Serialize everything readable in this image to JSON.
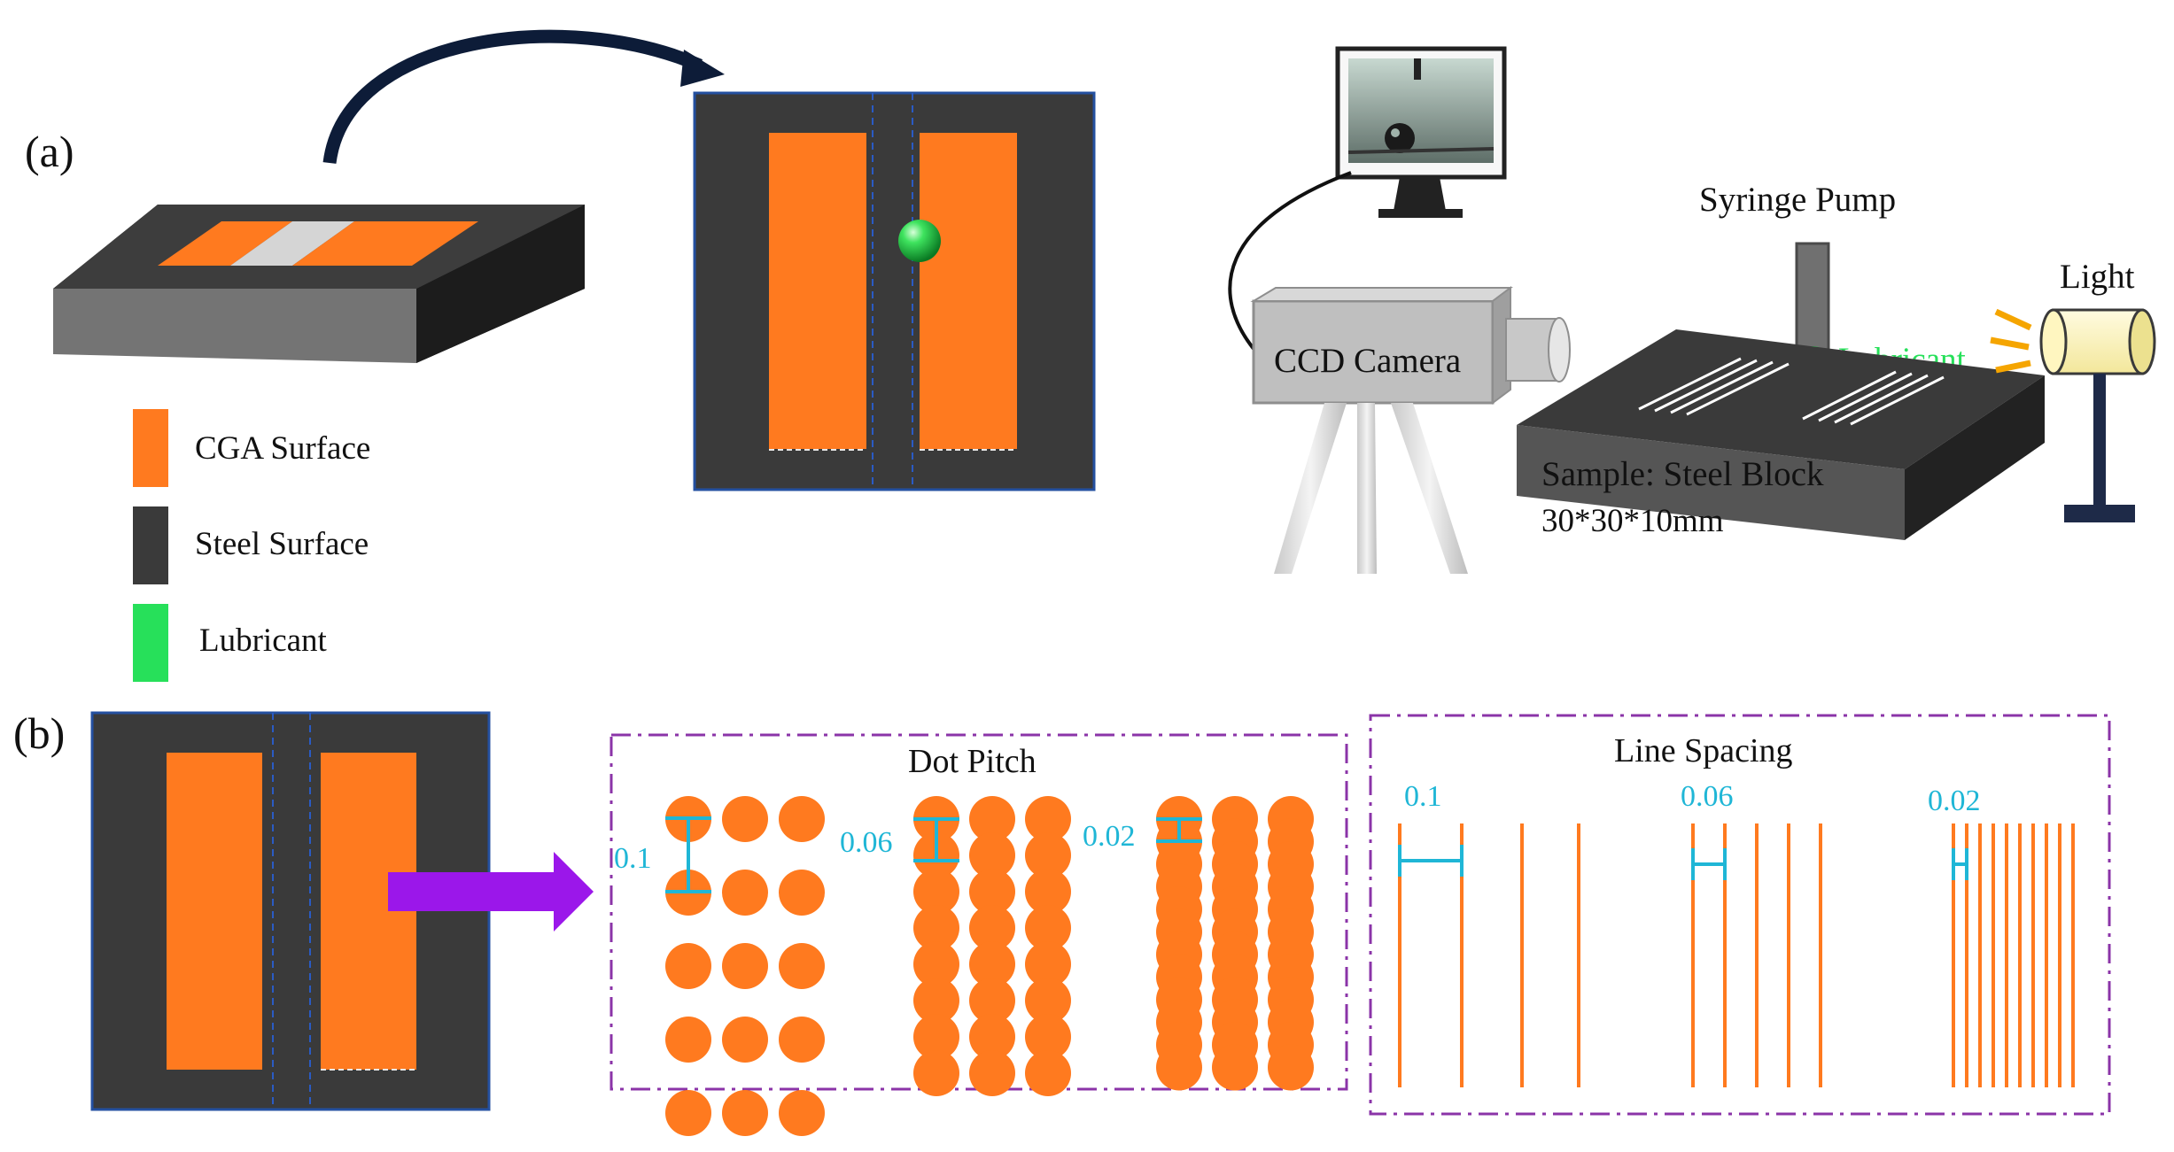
{
  "panel_a": {
    "label": "(a)",
    "legend": [
      {
        "label": "CGA Surface",
        "color": "#ff7a1f"
      },
      {
        "label": "Steel Surface",
        "color": "#3a3a3a"
      },
      {
        "label": "Lubricant",
        "color": "#27e05a"
      }
    ],
    "setup": {
      "camera_label": "CCD Camera",
      "pump_label": "Syringe  Pump",
      "lubricant_label": "Lubricant",
      "light_label": "Light",
      "sample_label": "Sample:  Steel Block",
      "sample_size": "30*30*10mm"
    }
  },
  "panel_b": {
    "label": "(b)",
    "dot_pitch": {
      "title": "Dot Pitch",
      "pitch_labels": [
        "0.1",
        "0.06",
        "0.02"
      ]
    },
    "line_spacing": {
      "title": "Line Spacing",
      "spacing_labels": [
        "0.1",
        "0.06",
        "0.02"
      ]
    }
  },
  "colors": {
    "orange": "#ff7a1f",
    "steel": "#3a3a3a",
    "lubricant": "#27e05a",
    "measure": "#1fb6d6",
    "frame": "#8b34a8",
    "arrow": "#9b17ea"
  }
}
